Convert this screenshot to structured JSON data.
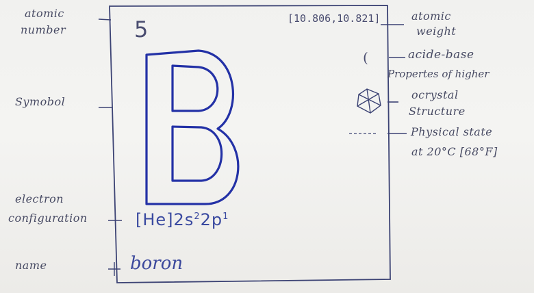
{
  "left_labels": {
    "atomic_number_line1": "atomic",
    "atomic_number_line2": "number",
    "symbol": "Symobol",
    "electron_configuration_line1": "electron",
    "electron_configuration_line2": "configuration",
    "name": "name"
  },
  "right_labels": {
    "atomic_weight_line1": "atomic",
    "atomic_weight_line2": "weight",
    "acid_base": "acide-base",
    "properties_of_higher": "Propertes of higher",
    "crystal_line1": "ocrystal",
    "crystal_line2": "Structure",
    "physical_state_line1": "Physical state",
    "physical_state_line2": "at 20°C [68°F]"
  },
  "element": {
    "atomic_number": "5",
    "atomic_weight": "[10.806,10.821]",
    "symbol": "B",
    "electron_configuration_core": "[He]",
    "orbital_1": "2s",
    "orbital_1_superscript": "2",
    "orbital_2": "2p",
    "orbital_2_superscript": "1",
    "name": "boron",
    "acid_base_mark": "(",
    "crystal_icon": "hexagon-crystal-icon"
  }
}
